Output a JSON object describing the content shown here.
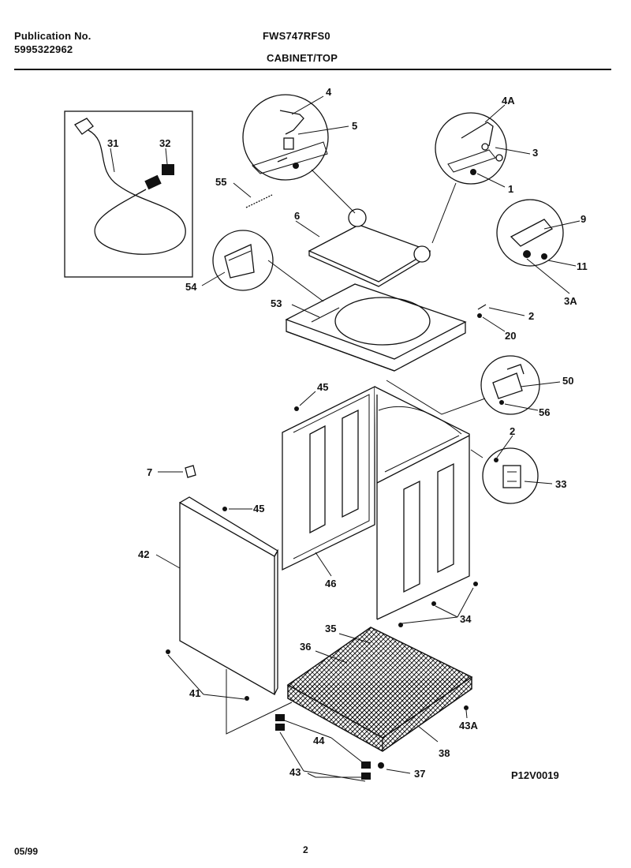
{
  "header": {
    "publication_label": "Publication No.",
    "publication_number": "5995322962",
    "model": "FWS747RFS0",
    "section": "CABINET/TOP"
  },
  "diagram": {
    "code": "P12V0019",
    "callouts": [
      {
        "id": "c4",
        "text": "4"
      },
      {
        "id": "c5",
        "text": "5"
      },
      {
        "id": "c4a",
        "text": "4A"
      },
      {
        "id": "c3",
        "text": "3"
      },
      {
        "id": "c1",
        "text": "1"
      },
      {
        "id": "c31",
        "text": "31"
      },
      {
        "id": "c32",
        "text": "32"
      },
      {
        "id": "c55",
        "text": "55"
      },
      {
        "id": "c6",
        "text": "6"
      },
      {
        "id": "c9",
        "text": "9"
      },
      {
        "id": "c11",
        "text": "11"
      },
      {
        "id": "c3a",
        "text": "3A"
      },
      {
        "id": "c54",
        "text": "54"
      },
      {
        "id": "c53",
        "text": "53"
      },
      {
        "id": "c2a",
        "text": "2"
      },
      {
        "id": "c20",
        "text": "20"
      },
      {
        "id": "c45a",
        "text": "45"
      },
      {
        "id": "c50",
        "text": "50"
      },
      {
        "id": "c56",
        "text": "56"
      },
      {
        "id": "c2b",
        "text": "2"
      },
      {
        "id": "c7",
        "text": "7"
      },
      {
        "id": "c45b",
        "text": "45"
      },
      {
        "id": "c33",
        "text": "33"
      },
      {
        "id": "c42",
        "text": "42"
      },
      {
        "id": "c46",
        "text": "46"
      },
      {
        "id": "c34",
        "text": "34"
      },
      {
        "id": "c35",
        "text": "35"
      },
      {
        "id": "c36",
        "text": "36"
      },
      {
        "id": "c41",
        "text": "41"
      },
      {
        "id": "c43a",
        "text": "43A"
      },
      {
        "id": "c44",
        "text": "44"
      },
      {
        "id": "c38",
        "text": "38"
      },
      {
        "id": "c43",
        "text": "43"
      },
      {
        "id": "c37",
        "text": "37"
      }
    ]
  },
  "footer": {
    "date": "05/99",
    "page": "2"
  }
}
